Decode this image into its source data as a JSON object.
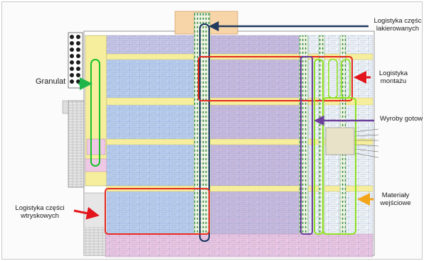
{
  "labels": {
    "granulat": "Granulat",
    "logistyka_lakierowanych_1": "Logistyka częśc",
    "logistyka_lakierowanych_2": "lakierowanych",
    "logistyka_montazu_1": "Logistyka",
    "logistyka_montazu_2": "montażu",
    "wyroby_gotowe": "Wyroby gotow",
    "materialy_1": "Materiały",
    "materialy_2": "wejściowe",
    "wtryskowych_1": "Logistyka części",
    "wtryskowych_2": "wtryskowych"
  },
  "colors": {
    "lavender": "#c9c7ea",
    "blue": "#b9d0f2",
    "purple": "#cabce2",
    "pink": "#efc8e6",
    "yellow": "#f6ee9c",
    "peach": "#f8d5a8",
    "gray": "#dcdcdc",
    "green_ring": "#16c12a",
    "red_ring": "#e5281f",
    "navy_ring": "#16335e",
    "purple_ring": "#6b3a9c",
    "lime_ring": "#8ee022",
    "arrow_green": "#1fb54a",
    "arrow_navy": "#213a5e",
    "arrow_red": "#e3141b",
    "arrow_purple": "#6d3f9c",
    "arrow_orange": "#f3a51a"
  }
}
